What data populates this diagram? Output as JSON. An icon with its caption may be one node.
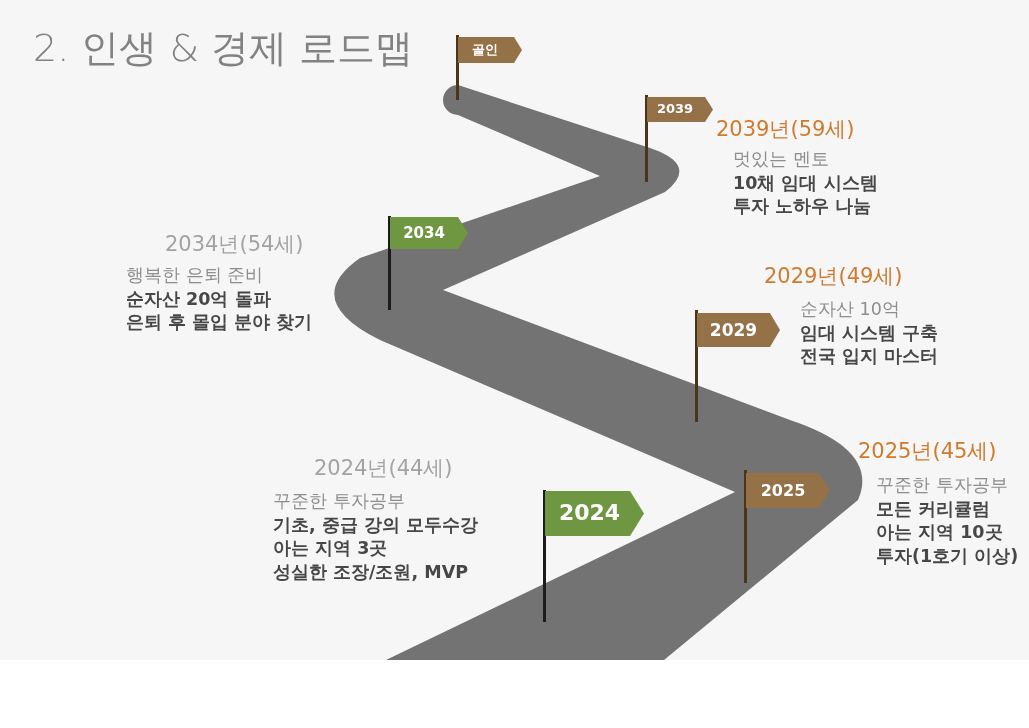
{
  "diagram": {
    "title": "2. 인생 & 경제 로드맵",
    "nodes": [
      {
        "text": [
          "골인"
        ]
      },
      {
        "text": [
          "2039"
        ],
        "beside": [
          "2039년(59세)",
          "멋있는 멘토",
          "10채 임대 시스템",
          "투자 노하우 나눔"
        ]
      },
      {
        "text": [
          "2034"
        ],
        "beside": [
          "2034년(54세)",
          "행복한 은퇴 준비",
          "순자산 20억 돌파",
          "은퇴 후 몰입 분야 찾기"
        ]
      },
      {
        "text": [
          "2029"
        ],
        "beside": [
          "2029년(49세)",
          "순자산 10억",
          "임대 시스템 구축",
          "전국 입지 마스터"
        ]
      },
      {
        "text": [
          "2025"
        ],
        "beside": [
          "2025년(45세)",
          "꾸준한 투자공부",
          "모든 커리큘럼",
          "아는 지역 10곳",
          "투자(1호기 이상)"
        ]
      },
      {
        "text": [
          "2024"
        ],
        "beside": [
          "2024년(44세)",
          "꾸준한 투자공부",
          "기초, 중급 강의 모두수강",
          "아는 지역 3곳",
          "성실한 조장/조원, MVP"
        ]
      }
    ]
  }
}
